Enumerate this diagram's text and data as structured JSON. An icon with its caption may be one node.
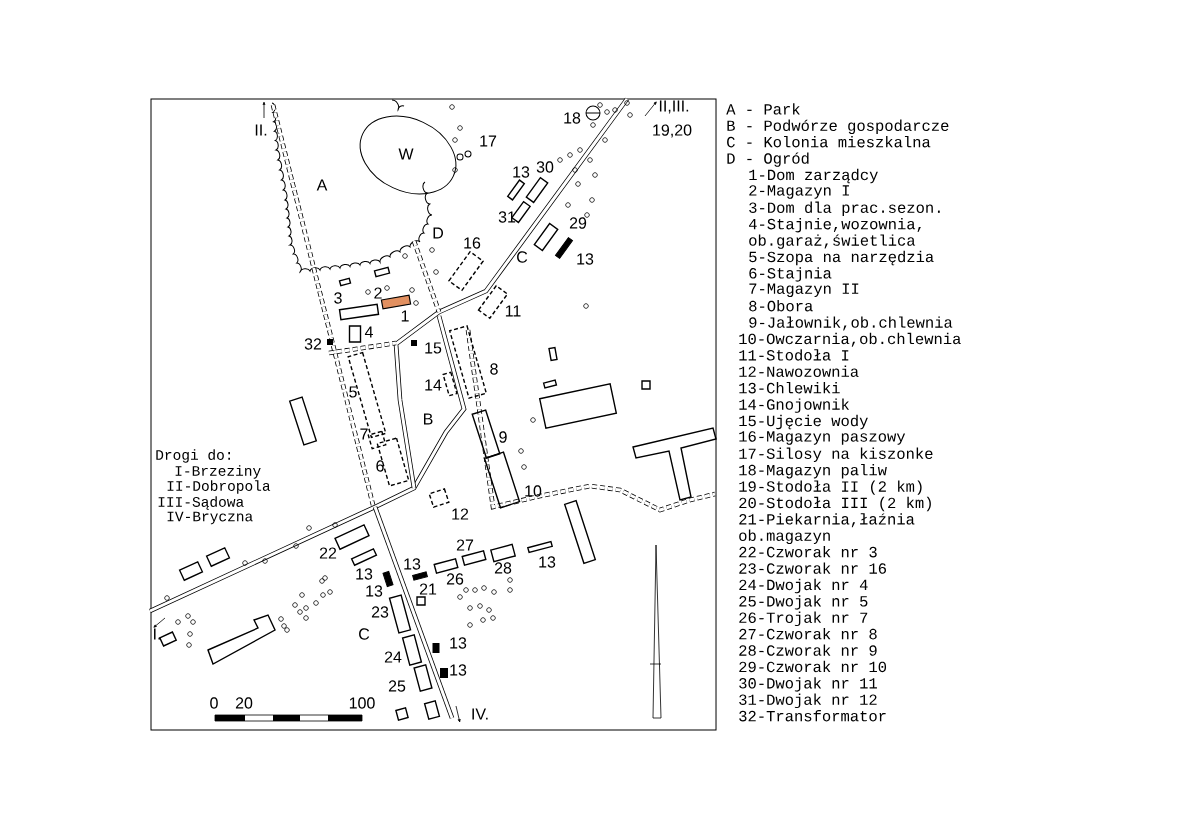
{
  "diagram": {
    "labels": [
      "II.",
      "A",
      "W",
      "17",
      "18",
      "II,III.",
      "19,20",
      "13",
      "30",
      "31",
      "29",
      "13",
      "D",
      "16",
      "C",
      "3",
      "2",
      "1",
      "11",
      "4",
      "32",
      "15",
      "8",
      "14",
      "5",
      "B",
      "7",
      "9",
      "6",
      "10",
      "12",
      "22",
      "27",
      "13",
      "28",
      "13",
      "13",
      "26",
      "13",
      "21",
      "23",
      "C",
      "13",
      "24",
      "13",
      "25",
      "IV.",
      "I.",
      "0",
      "20",
      "100",
      "Drogi do:",
      "I-Brzeziny",
      "II-Dobropola",
      "III-Sądowa",
      "IV-Bryczna",
      "A - Park",
      "B - Podwórze gospodarcze",
      "C - Kolonia mieszkalna",
      "D - Ogród",
      "1-Dom zarządcy",
      "2-Magazyn I",
      "3-Dom dla prac.sezon.",
      "4-Stajnie,wozownia, ob.garaż,świetlica",
      "5-Szopa na narzędzia",
      "6-Stajnia",
      "7-Magazyn II",
      "8-Obora",
      "9-Jałownik,ob.chlewnia",
      "10-Owczarnia,ob.chlewnia",
      "11-Stodoła I",
      "12-Nawozownia",
      "13-Chlewiki",
      "14-Gnojownik",
      "15-Ujęcie wody",
      "16-Magazyn paszowy",
      "17-Silosy na kiszonke",
      "18-Magazyn paliw",
      "19-Stodoła II (2 km)",
      "20-Stodoła III (2 km)",
      "21-Piekarnia,łaźnia ob.magazyn",
      "22-Czworak nr 3",
      "23-Czworak nr 16",
      "24-Dwojak nr 4",
      "25-Dwojak nr 5",
      "26-Trojak nr 7",
      "27-Czworak nr 8",
      "28-Czworak nr 9",
      "29-Czworak nr 10",
      "30-Dwojak nr 11",
      "31-Dwojak nr 12",
      "32-Transformator"
    ]
  }
}
